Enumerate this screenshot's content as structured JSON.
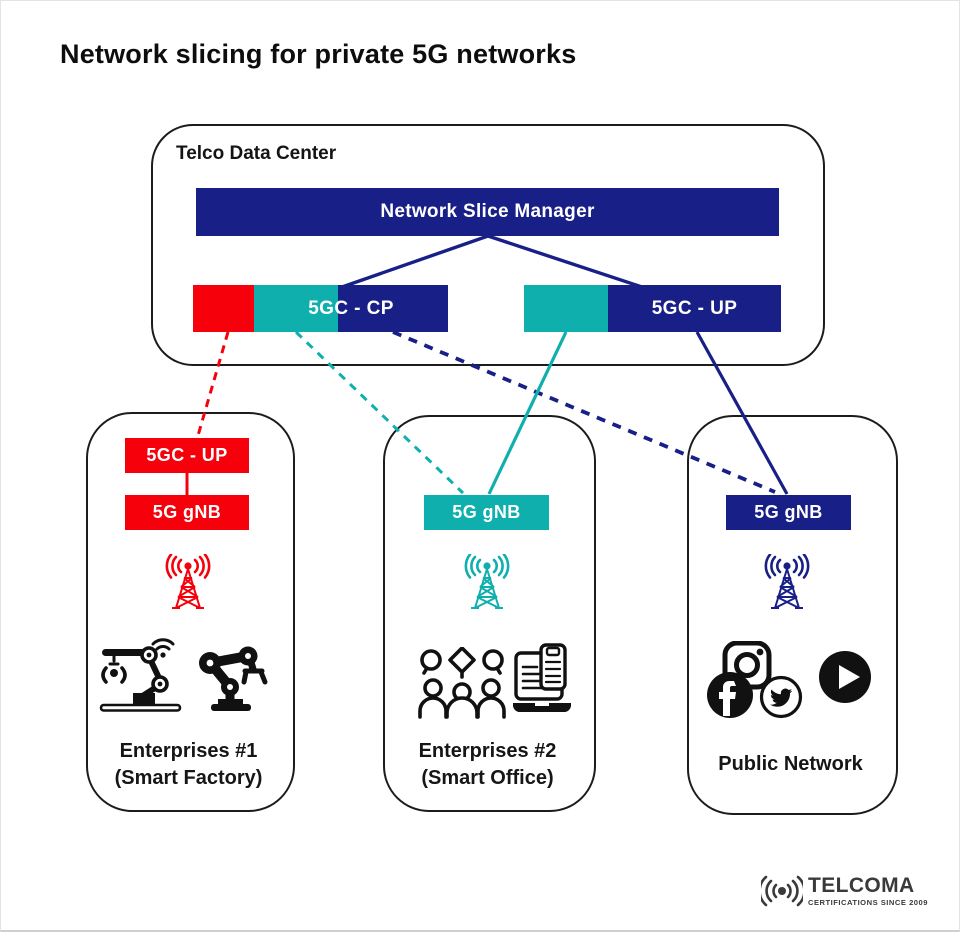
{
  "title": "Network slicing for private 5G networks",
  "colors": {
    "red": "#F5000B",
    "teal": "#0FAFAD",
    "navy": "#181F87"
  },
  "telco": {
    "label": "Telco Data Center",
    "manager": "Network Slice Manager",
    "cp": "5GC - CP",
    "up": "5GC - UP"
  },
  "sites": [
    {
      "name": "Enterprises #1",
      "subtitle": "(Smart Factory)",
      "upBox": "5GC - UP",
      "gnb": "5G gNB"
    },
    {
      "name": "Enterprises #2",
      "subtitle": "(Smart Office)",
      "gnb": "5G gNB"
    },
    {
      "name": "Public Network",
      "subtitle": "",
      "gnb": "5G gNB"
    }
  ],
  "logo": {
    "brand": "TELCOMA",
    "tagline": "CERTIFICATIONS SINCE 2009"
  }
}
